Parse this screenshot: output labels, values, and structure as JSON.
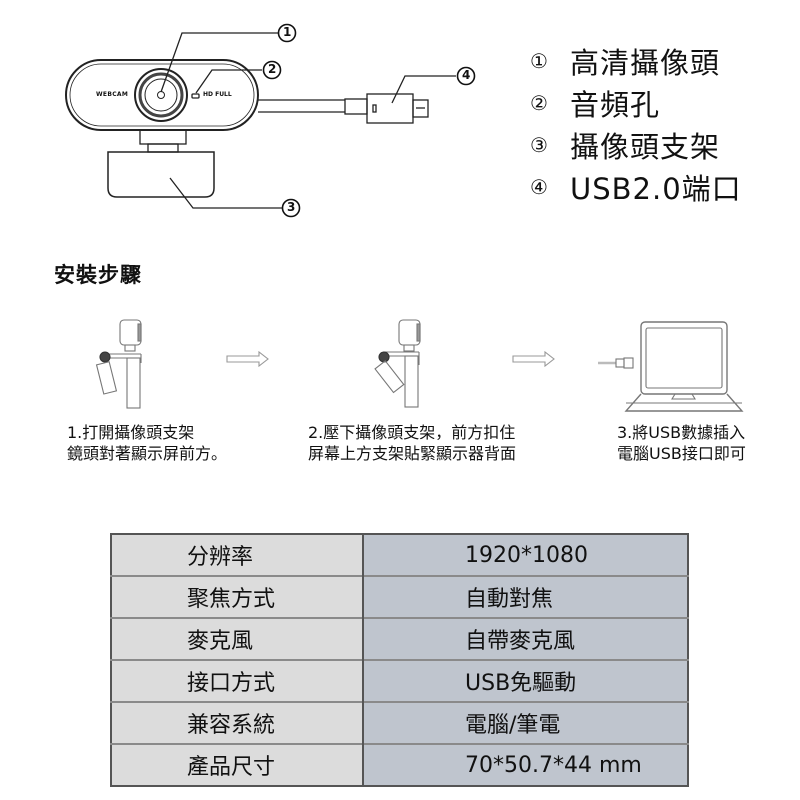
{
  "diagram": {
    "body_label": "WEBCAM",
    "indicator_label": "HD FULL",
    "callouts": [
      "①",
      "②",
      "③",
      "④"
    ]
  },
  "legend": {
    "items": [
      {
        "num": "①",
        "label": "高清攝像頭"
      },
      {
        "num": "②",
        "label": "音頻孔"
      },
      {
        "num": "③",
        "label": "攝像頭支架"
      },
      {
        "num": "④",
        "label": "USB2.0端口"
      }
    ]
  },
  "install": {
    "title": "安裝步驟",
    "steps": [
      {
        "line1": "1.打開攝像頭支架",
        "line2": "鏡頭對著顯示屏前方。"
      },
      {
        "line1": "2.壓下攝像頭支架，前方扣住",
        "line2": "屏幕上方支架貼緊顯示器背面"
      },
      {
        "line1": "3.將USB數據插入",
        "line2": "電腦USB接口即可"
      }
    ]
  },
  "specs": {
    "rows": [
      {
        "key": "分辨率",
        "value": "1920*1080"
      },
      {
        "key": "聚焦方式",
        "value": "自動對焦"
      },
      {
        "key": "麥克風",
        "value": "自帶麥克風"
      },
      {
        "key": "接口方式",
        "value": "USB免驅動"
      },
      {
        "key": "兼容系統",
        "value": "電腦/筆電"
      },
      {
        "key": "產品尺寸",
        "value": "70*50.7*44 mm"
      }
    ],
    "colors": {
      "key_bg": "#dcdcdc",
      "value_bg": "#bfc5ce",
      "border": "#555555"
    }
  }
}
